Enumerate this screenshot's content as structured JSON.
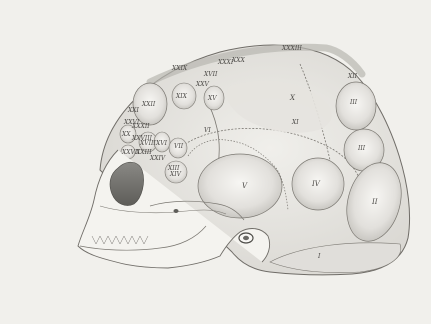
{
  "labels": {
    "i": "I",
    "ii": "II",
    "iii": "III",
    "iv": "IV",
    "v": "V",
    "vi": "VI",
    "vii": "VII",
    "x": "X",
    "xi": "XI",
    "xii": "XII",
    "xiii": "XIII",
    "xiv": "XIV",
    "xv": "XV",
    "xvi": "XVI",
    "xvii": "XVII",
    "xviii": "XVIII",
    "xix": "XIX",
    "xx": "XX",
    "xxi": "XXI",
    "xxii": "XXII",
    "xxiii": "XXIII",
    "xxiv": "XXIV",
    "xxv": "XXV",
    "xxvi": "XXVI",
    "xxvii": "XXVII",
    "xxviii": "XXVIII",
    "xxix": "XXIX",
    "xxx": "XXX",
    "xxxi": "XXXI",
    "xxxii": "XXXII",
    "xxxiii": "XXXIII"
  },
  "colors": {
    "paper": "#f1f0ec",
    "ink": "#6f6c67",
    "region_shade": "#cfcdc8",
    "orbit_shade": "#6f6e6a"
  }
}
